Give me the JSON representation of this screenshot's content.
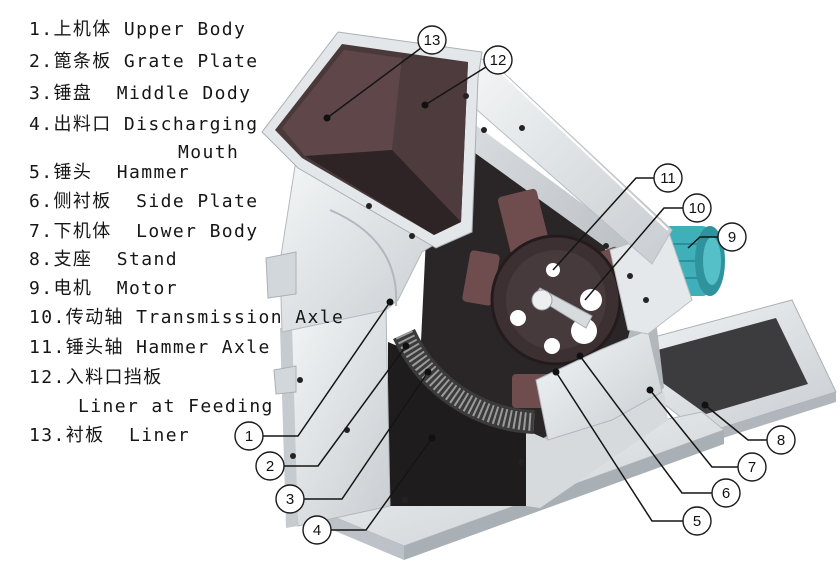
{
  "legend": [
    {
      "lines": [
        "1.上机体 Upper Body"
      ]
    },
    {
      "lines": [
        "2.篦条板 Grate Plate"
      ]
    },
    {
      "lines": [
        "3.锤盘  Middle Dody"
      ]
    },
    {
      "lines": [
        "4.出料口 Discharging",
        "Mouth"
      ]
    },
    {
      "lines": [
        "5.锤头  Hammer"
      ]
    },
    {
      "lines": [
        "6.侧衬板  Side Plate"
      ]
    },
    {
      "lines": [
        "7.下机体  Lower Body"
      ]
    },
    {
      "lines": [
        "8.支座  Stand"
      ]
    },
    {
      "lines": [
        "9.电机  Motor"
      ]
    },
    {
      "lines": [
        "10.传动轴 Transmission Axle"
      ]
    },
    {
      "lines": [
        "11.锤头轴 Hammer Axle"
      ]
    },
    {
      "lines": [
        "12.入料口挡板",
        "Liner at Feeding"
      ]
    },
    {
      "lines": [
        "13.衬板  Liner"
      ]
    }
  ],
  "callouts": [
    "1",
    "2",
    "3",
    "4",
    "5",
    "6",
    "7",
    "8",
    "9",
    "10",
    "11",
    "12",
    "13"
  ],
  "colors": {
    "background": "#ffffff",
    "motor": "#3fb0ba",
    "liner": "#4a393b",
    "callout_stroke": "#1a1a1a"
  }
}
